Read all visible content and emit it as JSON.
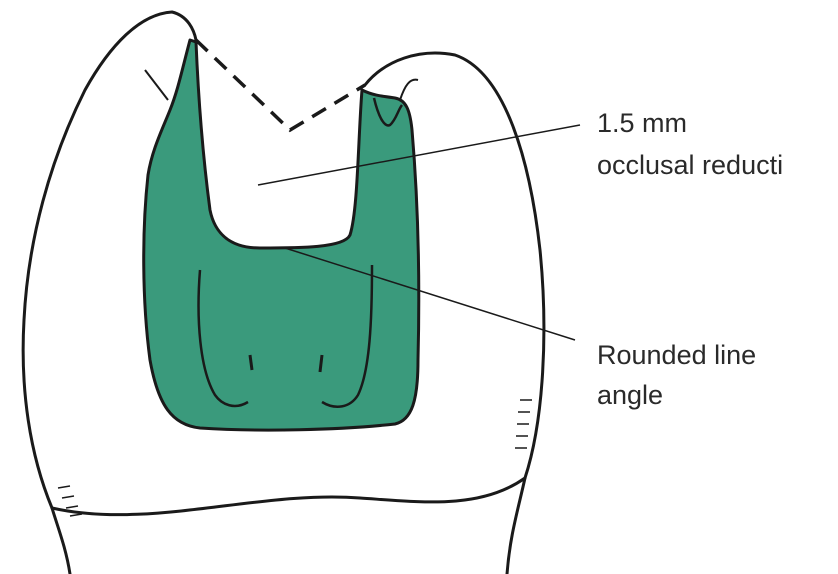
{
  "labels": {
    "occlusal_line1": "1.5 mm",
    "occlusal_line2": "occlusal reducti",
    "rounded_line1": "Rounded line",
    "rounded_line2": "angle"
  },
  "colors": {
    "prep_fill": "#3a9a7c",
    "outline": "#1a1a1a",
    "background": "#ffffff"
  }
}
